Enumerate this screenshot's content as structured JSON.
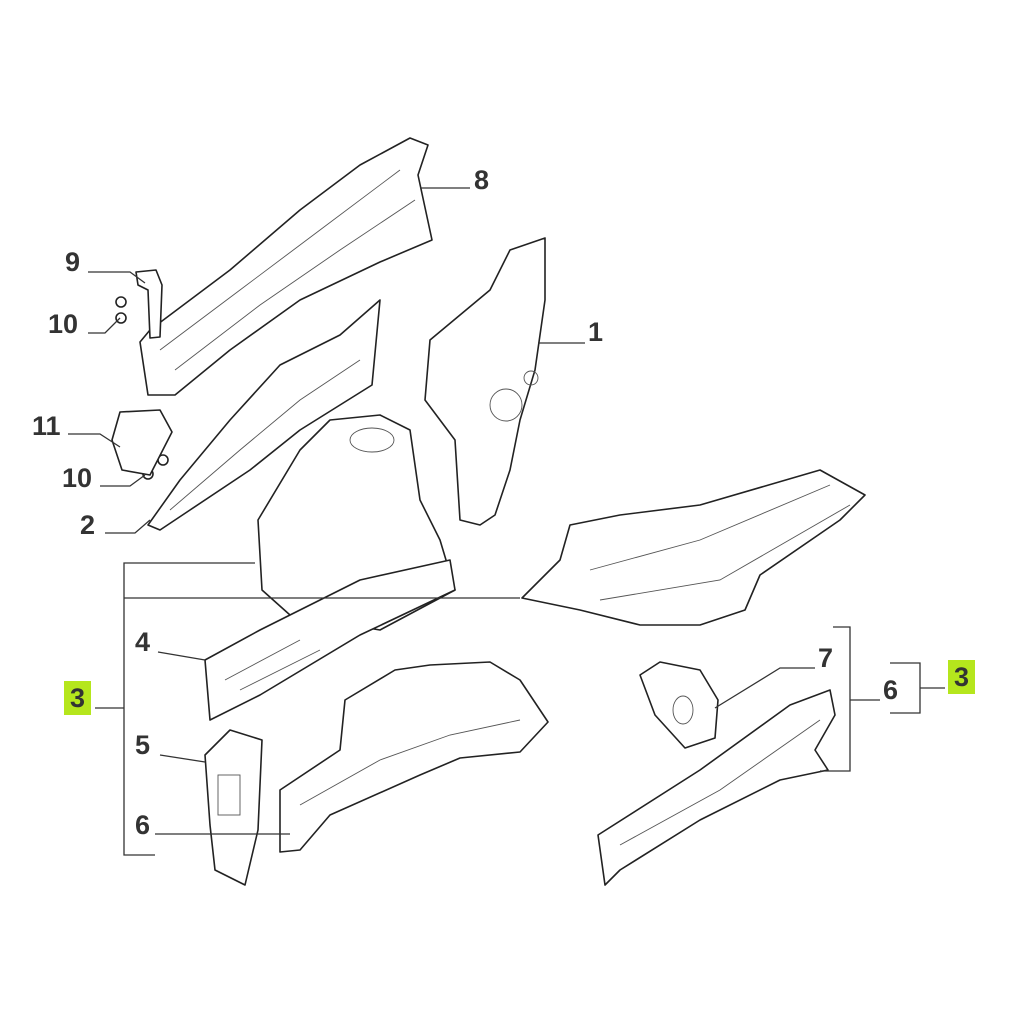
{
  "labels": {
    "p8": "8",
    "p9": "9",
    "p10a": "10",
    "p11": "11",
    "p10b": "10",
    "p2": "2",
    "p1": "1",
    "p4": "4",
    "p3a": "3",
    "p5": "5",
    "p6a": "6",
    "p7": "7",
    "p6b": "6",
    "p3b": "3"
  },
  "colors": {
    "highlight": "#b5e61d",
    "line": "#222222"
  }
}
